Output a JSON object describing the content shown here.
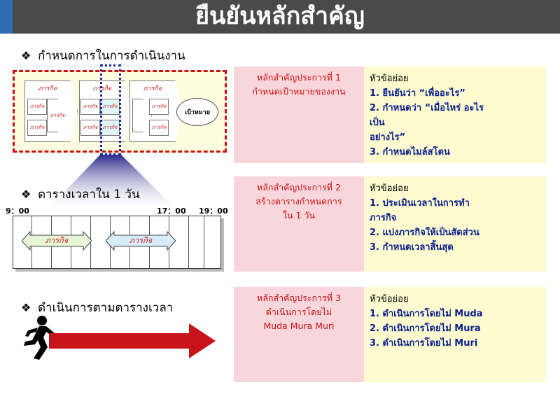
{
  "title": "ยืนยันหลักสำคัญ",
  "bullets": [
    "กำหนดการในการดำเนินงาน",
    "ตารางเวลาใน 1 วัน",
    "ดำเนินการตามตารางเวลา"
  ],
  "diagram": {
    "phase_label": "ภารกิจ",
    "task_label": "ภารกิจ",
    "goal_label": "เป้าหมาย"
  },
  "timeline": {
    "start": "9：00",
    "mid": "17：00",
    "end": "19：00",
    "task_label": "ภารกิจ"
  },
  "principles": [
    {
      "title": "หลักสำคัญประการที่ 1\nกำหนดเป้าหมายของงาน",
      "subhead": "หัวข้อย่อย",
      "items": [
        "1. ยืนยันว่า “เพื่ออะไร”",
        "2. กำหนดว่า “เมื่อไหร่ อะไร\n        เป็น\n     อย่างไร”",
        "3. กำหนดไมล์สโตน"
      ]
    },
    {
      "title": "หลักสำคัญประการที่ 2\nสร้างตารางกำหนดการ\nใน 1 วัน",
      "subhead": "หัวข้อย่อย",
      "items": [
        "1. ประเมินเวลาในการทำ\n      ภารกิจ",
        "2. แบ่งภารกิจให้เป็นสัดส่วน",
        "3. กำหนดเวลาสิ้นสุด"
      ]
    },
    {
      "title": "หลักสำคัญประการที่ 3\nดำเนินการโดยไม่\nMuda Mura Muri",
      "subhead": "หัวข้อย่อย",
      "items": [
        "1. ดำเนินการโดยไม่ Muda",
        "2. ดำเนินการโดยไม่ Mura",
        "3. ดำเนินการโดยไม่ Muri"
      ]
    }
  ],
  "colors": {
    "title_bar": "#4a4a4a",
    "accent": "#2e6db0",
    "pink_panel": "#f9d6dc",
    "yellow_panel": "#fdfbcf",
    "red_text": "#cc1111",
    "blue_text": "#0a1f8f",
    "arrow": "#c8131b"
  },
  "icons": [
    "diamond-bullet-icon",
    "runner-icon",
    "arrow-right-icon"
  ]
}
